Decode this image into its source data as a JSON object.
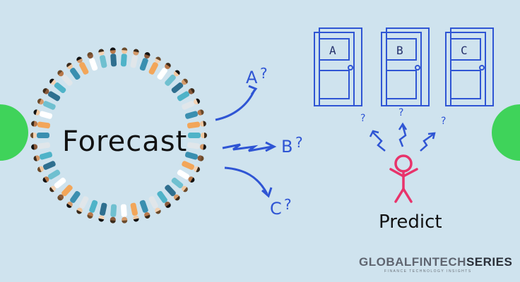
{
  "forecast_label": "Forecast",
  "predict_label": "Predict",
  "outcomes": [
    "A",
    "B",
    "C"
  ],
  "doors": [
    "A",
    "B",
    "C"
  ],
  "question_mark": "?",
  "brand": {
    "global": "GLOBAL",
    "fintech": "FINTECH",
    "series": "SERIES",
    "tagline": "FINANCE TECHNOLOGY INSIGHTS"
  },
  "colors": {
    "background": "#cfe3ee",
    "accent_blue": "#2f55d4",
    "stick_figure": "#e8336b",
    "side_green": "#3fd35a"
  }
}
